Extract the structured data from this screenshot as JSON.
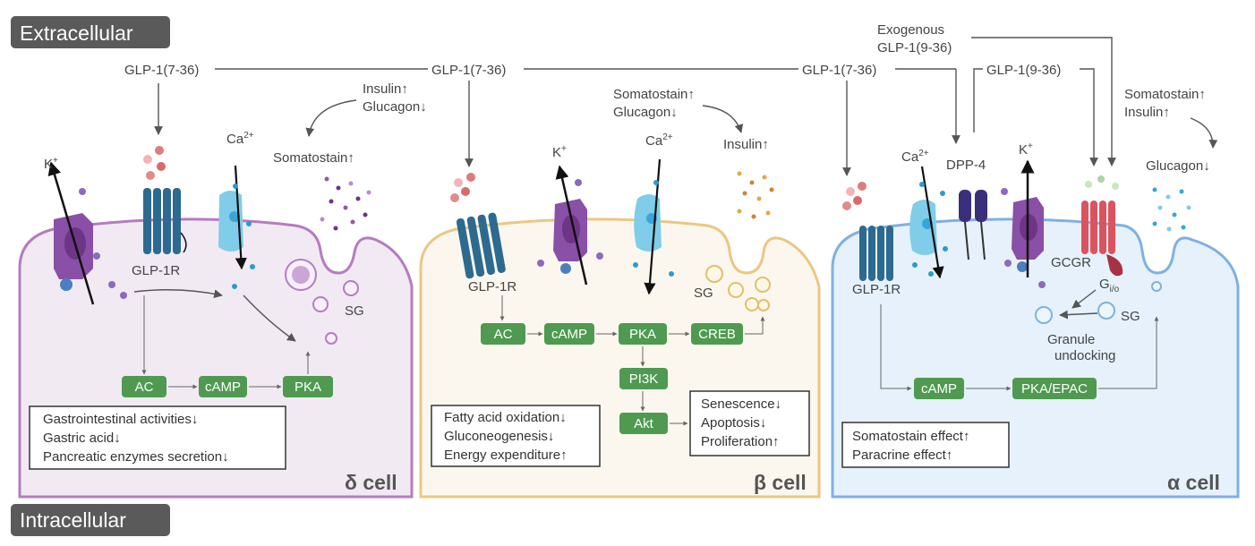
{
  "regions": {
    "top": "Extracellular",
    "bottom": "Intracellular"
  },
  "exogenous": {
    "line1": "Exogenous",
    "line2": "GLP-1(9-36)"
  },
  "ligands": {
    "glp1_left": "GLP-1(7-36)",
    "glp1_mid": "GLP-1(7-36)",
    "glp1_right": "GLP-1(7-36)",
    "glp1_936": "GLP-1(9-36)"
  },
  "delta": {
    "name": "δ cell",
    "hormones": {
      "line1": "Insulin↑",
      "line2": "Glucagon↓"
    },
    "secreted": "Somatostain↑",
    "k": "K",
    "k_sup": "+",
    "ca": "Ca",
    "ca_sup": "2+",
    "receptor": "GLP-1R",
    "sg": "SG",
    "pathway": [
      "AC",
      "cAMP",
      "PKA"
    ],
    "effects": [
      "Gastrointestinal activities↓",
      "Gastric acid↓",
      "Pancreatic enzymes secretion↓"
    ]
  },
  "beta": {
    "name": "β cell",
    "hormones": {
      "line1": "Somatostain↑",
      "line2": "Glucagon↓"
    },
    "secreted": "Insulin↑",
    "k": "K",
    "k_sup": "+",
    "ca": "Ca",
    "ca_sup": "2+",
    "receptor": "GLP-1R",
    "sg": "SG",
    "pathway": [
      "AC",
      "cAMP",
      "PKA",
      "CREB"
    ],
    "branch": [
      "PI3K",
      "Akt"
    ],
    "effects_left": [
      "Fatty acid oxidation↓",
      "Gluconeogenesis↓",
      "Energy expenditure↑"
    ],
    "effects_right": [
      "Senescence↓",
      "Apoptosis↓",
      "Proliferation↑"
    ]
  },
  "alpha": {
    "name": "α cell",
    "hormones": {
      "line1": "Somatostain↑",
      "line2": "Insulin↑"
    },
    "secreted": "Glucagon↓",
    "k": "K",
    "k_sup": "+",
    "ca": "Ca",
    "ca_sup": "2+",
    "receptor": "GLP-1R",
    "dpp4": "DPP-4",
    "gcgr": "GCGR",
    "gio": "G",
    "gio_sub": "i/o",
    "sg": "SG",
    "undocking": {
      "line1": "Granule",
      "line2": "undocking"
    },
    "pathway": [
      "cAMP",
      "PKA/EPAC"
    ],
    "effects": [
      "Somatostain effect↑",
      "Paracrine effect↑"
    ]
  },
  "colors": {
    "delta_fill": "#f1eaf3",
    "delta_edge": "#b57cc0",
    "beta_fill": "#fbf7ee",
    "beta_edge": "#ebc783",
    "alpha_fill": "#e6f1fb",
    "alpha_edge": "#7fb1e0",
    "node": "#4f9a50",
    "region_badge": "#5a5a5a"
  }
}
